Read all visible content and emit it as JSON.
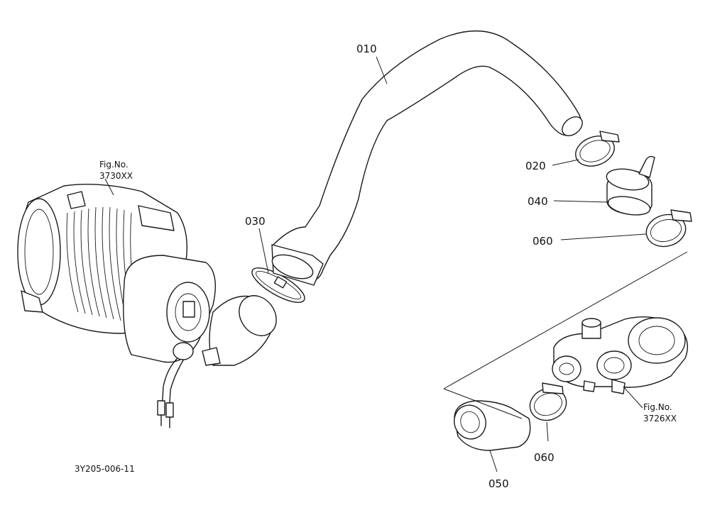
{
  "parts": {
    "hose_upper": "010",
    "clamp_upper": "020",
    "clamp_filter": "030",
    "pipe_joint": "040",
    "hose_elbow": "050",
    "clamp_joint": "060",
    "clamp_turbo": "060"
  },
  "refs": {
    "air_cleaner_line1": "Fig.No.",
    "air_cleaner_line2": "3730XX",
    "turbo_line1": "Fig.No.",
    "turbo_line2": "3726XX"
  },
  "drawing_id": "3Y205-006-11"
}
